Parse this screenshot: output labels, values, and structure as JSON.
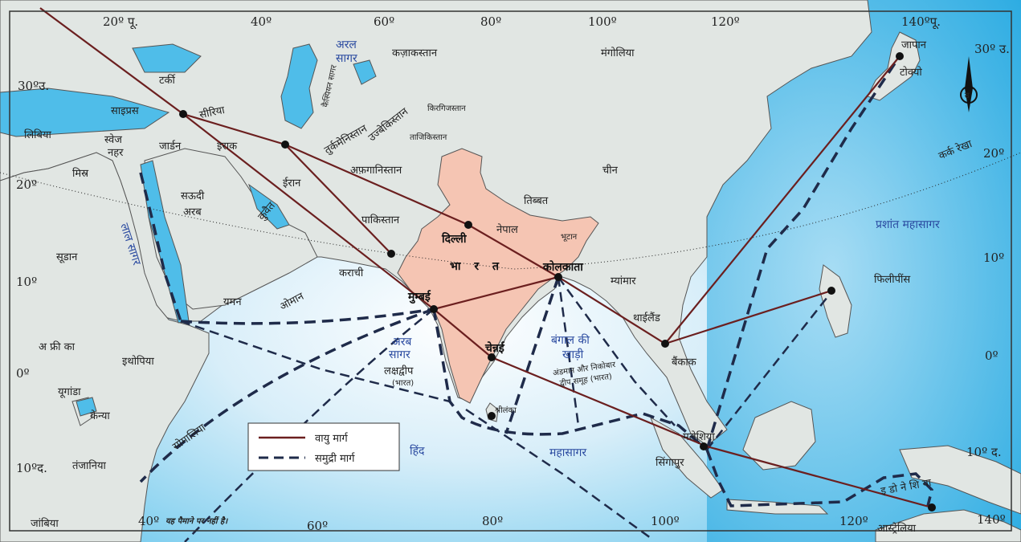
{
  "longitudes_top": [
    "20º पू.",
    "40º",
    "60º",
    "80º",
    "100º",
    "120º",
    "140ºपू."
  ],
  "latitudes_left": [
    "30ºउ.",
    "20º",
    "10º",
    "0º",
    "10ºद."
  ],
  "latitudes_right": [
    "30º उ.",
    "20º",
    "10º",
    "0º",
    "10º द.",
    "140º"
  ],
  "longitudes_bottom": [
    "40º",
    "60º",
    "80º",
    "100º",
    "120º"
  ],
  "scale_note": "यह पैमाने पर नहीं है।",
  "countries": [
    "टर्की",
    "साइप्रस",
    "सीरिया",
    "लिबिया",
    "स्वेज",
    "नहर",
    "जार्डन",
    "इराक",
    "मिस्र",
    "सऊदी",
    "अरब",
    "ईरान",
    "कुवैत",
    "सूडान",
    "यमन",
    "ओमान",
    "अ फ्री का",
    "इथोपिया",
    "यूगांडा",
    "केन्या",
    "सोमालिया",
    "तंजानिया",
    "जांबिया",
    "कज़ाकस्तान",
    "मंगोलिया",
    "तुर्कमेनिस्तान",
    "उज्बेकिस्तान",
    "किरगिजस्तान",
    "ताजिकिस्तान",
    "अफ़गानिस्तान",
    "पाकिस्तान",
    "चीन",
    "तिब्बत",
    "नेपाल",
    "भूटान",
    "म्यांमार",
    "थाईलैंड",
    "फिलीपींस",
    "जापान",
    "मलेशिया",
    "इ डो ने शि या",
    "आस्ट्रेलिया"
  ],
  "cities": [
    "दिल्ली",
    "मुम्बई",
    "चेन्नई",
    "कोलकाता",
    "कराची",
    "बैंकाक",
    "सिंगापुर",
    "टोक्यो",
    "श्रीलंका"
  ],
  "india_label": "भा र त",
  "seas": [
    "अरल",
    "सागर",
    "कैस्पियन सागर",
    "लाल सागर",
    "अरब",
    "सागर",
    "बंगाल की",
    "खाड़ी",
    "हिंद",
    "महासागर",
    "प्रशांत महासागर"
  ],
  "islands": [
    "लक्षद्वीप",
    "(भारत)",
    "अंडमान और निकोबार",
    "द्वीप समूह (भारत)"
  ],
  "tropic": "कर्क रेखा",
  "compass": "उ",
  "legend": {
    "air": "वायु मार्ग",
    "sea": "समुद्री मार्ग"
  }
}
